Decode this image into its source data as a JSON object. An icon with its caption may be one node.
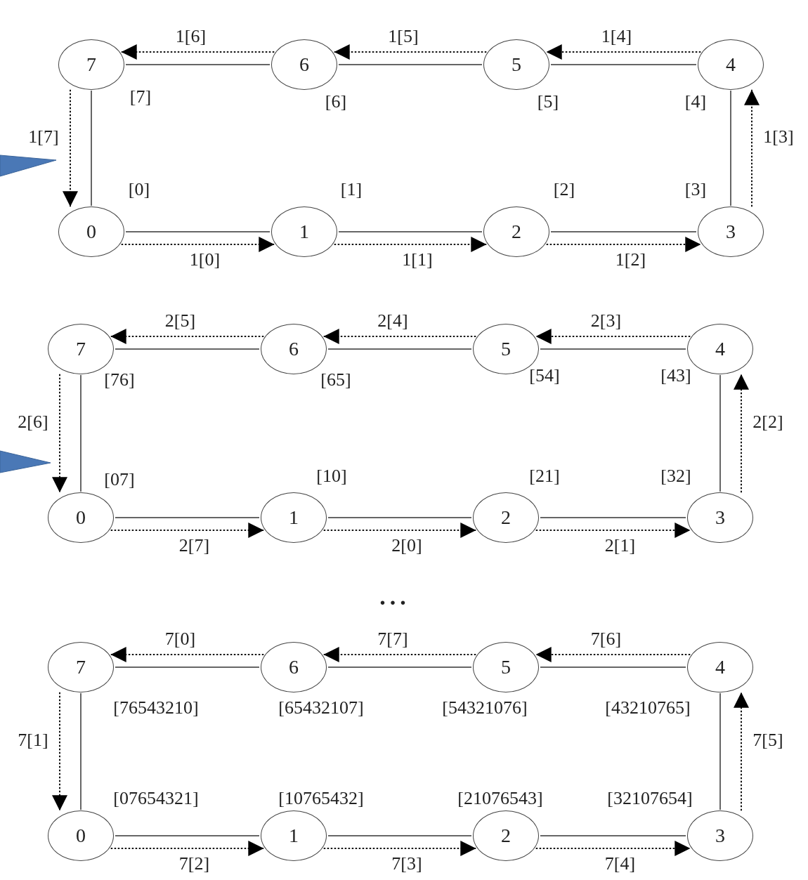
{
  "diagram": {
    "nodes": [
      {
        "text": [
          "7"
        ],
        "beside": [
          "[7]"
        ]
      },
      {
        "text": [
          "6"
        ],
        "beside": [
          "[6]"
        ]
      },
      {
        "text": [
          "5"
        ],
        "beside": [
          "[5]"
        ]
      },
      {
        "text": [
          "4"
        ],
        "beside": [
          "[4]"
        ]
      },
      {
        "text": [
          "0"
        ],
        "beside": [
          "[0]"
        ]
      },
      {
        "text": [
          "1"
        ],
        "beside": [
          "[1]"
        ]
      },
      {
        "text": [
          "2"
        ],
        "beside": [
          "[2]"
        ]
      },
      {
        "text": [
          "3"
        ],
        "beside": [
          "[3]"
        ]
      },
      {
        "text": [
          "7"
        ],
        "beside": [
          "[76]"
        ]
      },
      {
        "text": [
          "6"
        ],
        "beside": [
          "[65]"
        ]
      },
      {
        "text": [
          "5"
        ],
        "beside": [
          "[54]"
        ]
      },
      {
        "text": [
          "4"
        ],
        "beside": [
          "[43]"
        ]
      },
      {
        "text": [
          "0"
        ],
        "beside": [
          "[07]"
        ]
      },
      {
        "text": [
          "1"
        ],
        "beside": [
          "[10]"
        ]
      },
      {
        "text": [
          "2"
        ],
        "beside": [
          "[21]"
        ]
      },
      {
        "text": [
          "3"
        ],
        "beside": [
          "[32]"
        ]
      },
      {
        "text": [
          "7"
        ],
        "beside": [
          "[76543210]"
        ]
      },
      {
        "text": [
          "6"
        ],
        "beside": [
          "[65432107]"
        ]
      },
      {
        "text": [
          "5"
        ],
        "beside": [
          "[54321076]"
        ]
      },
      {
        "text": [
          "4"
        ],
        "beside": [
          "[43210765]"
        ]
      },
      {
        "text": [
          "0"
        ],
        "beside": [
          "[07654321]"
        ]
      },
      {
        "text": [
          "1"
        ],
        "beside": [
          "[10765432]"
        ]
      },
      {
        "text": [
          "2"
        ],
        "beside": [
          "[21076543]"
        ]
      },
      {
        "text": [
          "3"
        ],
        "beside": [
          "[32107654]"
        ]
      },
      {
        "text": [],
        "shape": "triangle"
      },
      {
        "text": [],
        "shape": "triangle"
      }
    ],
    "edges": [
      {
        "from": 4,
        "to": 5,
        "arrow": "none"
      },
      {
        "from": 5,
        "to": 6,
        "arrow": "none"
      },
      {
        "from": 6,
        "to": 7,
        "arrow": "none"
      },
      {
        "from": 7,
        "to": 3,
        "arrow": "none"
      },
      {
        "from": 3,
        "to": 2,
        "arrow": "none"
      },
      {
        "from": 2,
        "to": 1,
        "arrow": "none"
      },
      {
        "from": 1,
        "to": 0,
        "arrow": "none"
      },
      {
        "from": 0,
        "to": 4,
        "arrow": "none"
      },
      {
        "from": 4,
        "to": 5,
        "arrow": "to",
        "style": "dashed",
        "label": "1[0]"
      },
      {
        "from": 5,
        "to": 6,
        "arrow": "to",
        "style": "dashed",
        "label": "1[1]"
      },
      {
        "from": 6,
        "to": 7,
        "arrow": "to",
        "style": "dashed",
        "label": "1[2]"
      },
      {
        "from": 7,
        "to": 3,
        "arrow": "to",
        "style": "dashed",
        "label": "1[3]"
      },
      {
        "from": 3,
        "to": 2,
        "arrow": "to",
        "style": "dashed",
        "label": "1[4]"
      },
      {
        "from": 2,
        "to": 1,
        "arrow": "to",
        "style": "dashed",
        "label": "1[5]"
      },
      {
        "from": 1,
        "to": 0,
        "arrow": "to",
        "style": "dashed",
        "label": "1[6]"
      },
      {
        "from": 0,
        "to": 4,
        "arrow": "to",
        "style": "dashed",
        "label": "1[7]"
      },
      {
        "from": 12,
        "to": 13,
        "arrow": "none"
      },
      {
        "from": 13,
        "to": 14,
        "arrow": "none"
      },
      {
        "from": 14,
        "to": 15,
        "arrow": "none"
      },
      {
        "from": 15,
        "to": 11,
        "arrow": "none"
      },
      {
        "from": 11,
        "to": 10,
        "arrow": "none"
      },
      {
        "from": 10,
        "to": 9,
        "arrow": "none"
      },
      {
        "from": 9,
        "to": 8,
        "arrow": "none"
      },
      {
        "from": 8,
        "to": 12,
        "arrow": "none"
      },
      {
        "from": 12,
        "to": 13,
        "arrow": "to",
        "style": "dashed",
        "label": "2[7]"
      },
      {
        "from": 13,
        "to": 14,
        "arrow": "to",
        "style": "dashed",
        "label": "2[0]"
      },
      {
        "from": 14,
        "to": 15,
        "arrow": "to",
        "style": "dashed",
        "label": "2[1]"
      },
      {
        "from": 15,
        "to": 11,
        "arrow": "to",
        "style": "dashed",
        "label": "2[2]"
      },
      {
        "from": 11,
        "to": 10,
        "arrow": "to",
        "style": "dashed",
        "label": "2[3]"
      },
      {
        "from": 10,
        "to": 9,
        "arrow": "to",
        "style": "dashed",
        "label": "2[4]"
      },
      {
        "from": 9,
        "to": 8,
        "arrow": "to",
        "style": "dashed",
        "label": "2[5]"
      },
      {
        "from": 8,
        "to": 12,
        "arrow": "to",
        "style": "dashed",
        "label": "2[6]"
      },
      {
        "from": 20,
        "to": 21,
        "arrow": "none"
      },
      {
        "from": 21,
        "to": 22,
        "arrow": "none"
      },
      {
        "from": 22,
        "to": 23,
        "arrow": "none"
      },
      {
        "from": 23,
        "to": 19,
        "arrow": "none"
      },
      {
        "from": 19,
        "to": 18,
        "arrow": "none"
      },
      {
        "from": 18,
        "to": 17,
        "arrow": "none"
      },
      {
        "from": 17,
        "to": 16,
        "arrow": "none"
      },
      {
        "from": 16,
        "to": 20,
        "arrow": "none"
      },
      {
        "from": 20,
        "to": 21,
        "arrow": "to",
        "style": "dashed",
        "label": "7[2]"
      },
      {
        "from": 21,
        "to": 22,
        "arrow": "to",
        "style": "dashed",
        "label": "7[3]"
      },
      {
        "from": 22,
        "to": 23,
        "arrow": "to",
        "style": "dashed",
        "label": "7[4]"
      },
      {
        "from": 23,
        "to": 19,
        "arrow": "to",
        "style": "dashed",
        "label": "7[5]"
      },
      {
        "from": 19,
        "to": 18,
        "arrow": "to",
        "style": "dashed",
        "label": "7[6]"
      },
      {
        "from": 18,
        "to": 17,
        "arrow": "to",
        "style": "dashed",
        "label": "7[7]"
      },
      {
        "from": 17,
        "to": 16,
        "arrow": "to",
        "style": "dashed",
        "label": "7[0]"
      },
      {
        "from": 16,
        "to": 20,
        "arrow": "to",
        "style": "dashed",
        "label": "7[1]"
      }
    ],
    "labels": [
      "..."
    ]
  }
}
